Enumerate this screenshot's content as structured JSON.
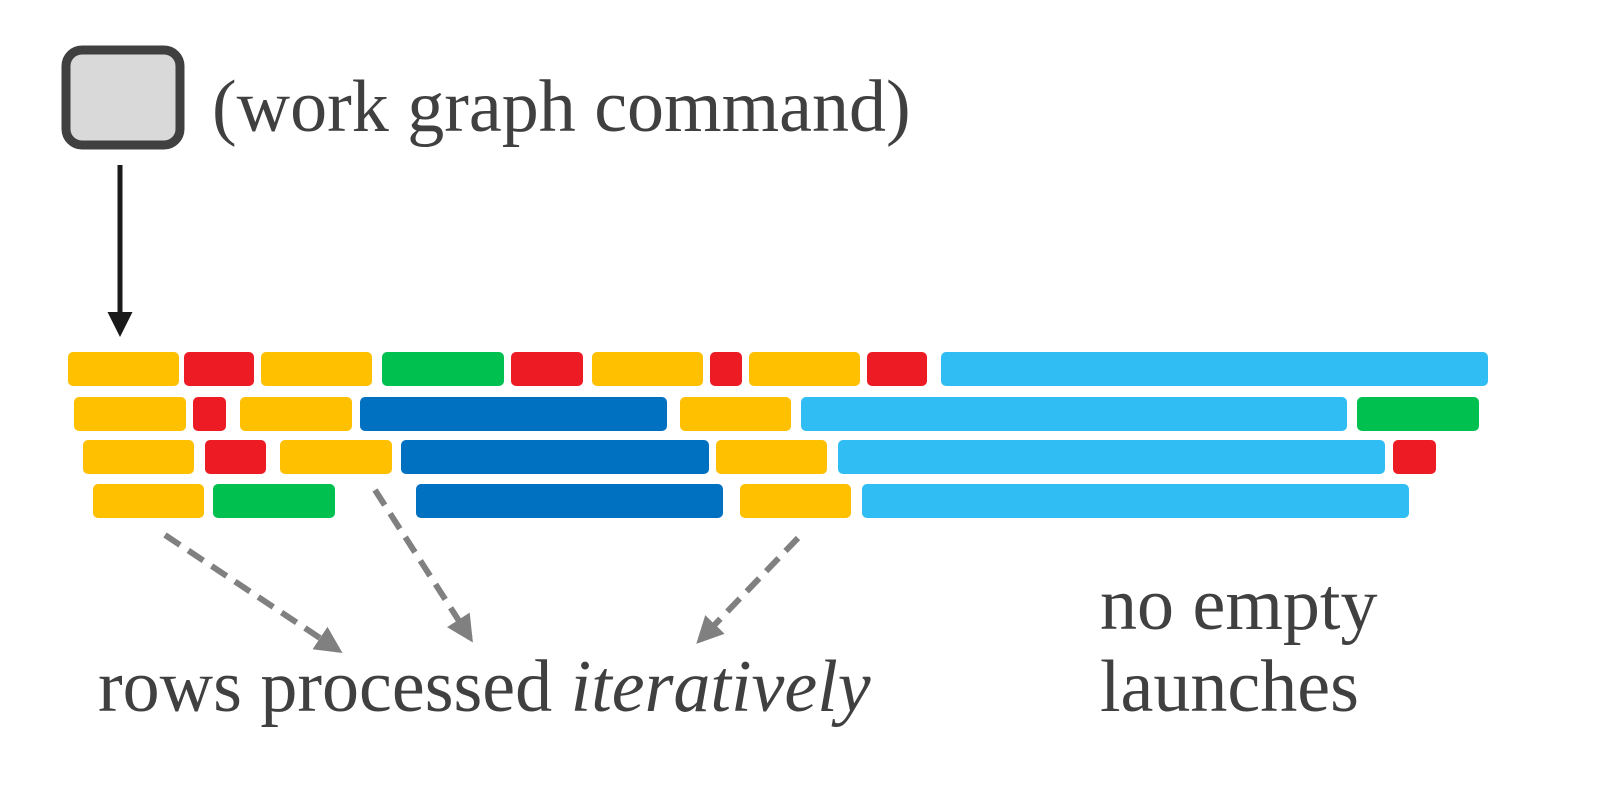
{
  "colors": {
    "yellow": "#FFC000",
    "red": "#ED1C24",
    "green": "#00C050",
    "dark_blue": "#0070C0",
    "light_blue": "#2FBDF3",
    "command_fill": "#D9D9D9",
    "command_stroke": "#404040",
    "arrow": "#1A1A1A",
    "dashed_arrow": "#808080",
    "text": "#404040"
  },
  "legend": {
    "command_icon": "rounded-square-icon",
    "command_label": "(work graph command)"
  },
  "rows": [
    {
      "blocks": [
        "yellow",
        "red",
        "yellow",
        "green",
        "red",
        "yellow",
        "red",
        "yellow",
        "red",
        "light_blue"
      ]
    },
    {
      "blocks": [
        "yellow",
        "red",
        "yellow",
        "dark_blue",
        "yellow",
        "light_blue",
        "green"
      ]
    },
    {
      "blocks": [
        "yellow",
        "red",
        "yellow",
        "dark_blue",
        "yellow",
        "light_blue",
        "red"
      ]
    },
    {
      "blocks": [
        "yellow",
        "green",
        "dark_blue",
        "yellow",
        "light_blue"
      ]
    }
  ],
  "annotations": {
    "bottom_text_prefix": "rows processed ",
    "bottom_text_emphasis": "iteratively",
    "right_text_line1": "no empty",
    "right_text_line2": "launches"
  }
}
